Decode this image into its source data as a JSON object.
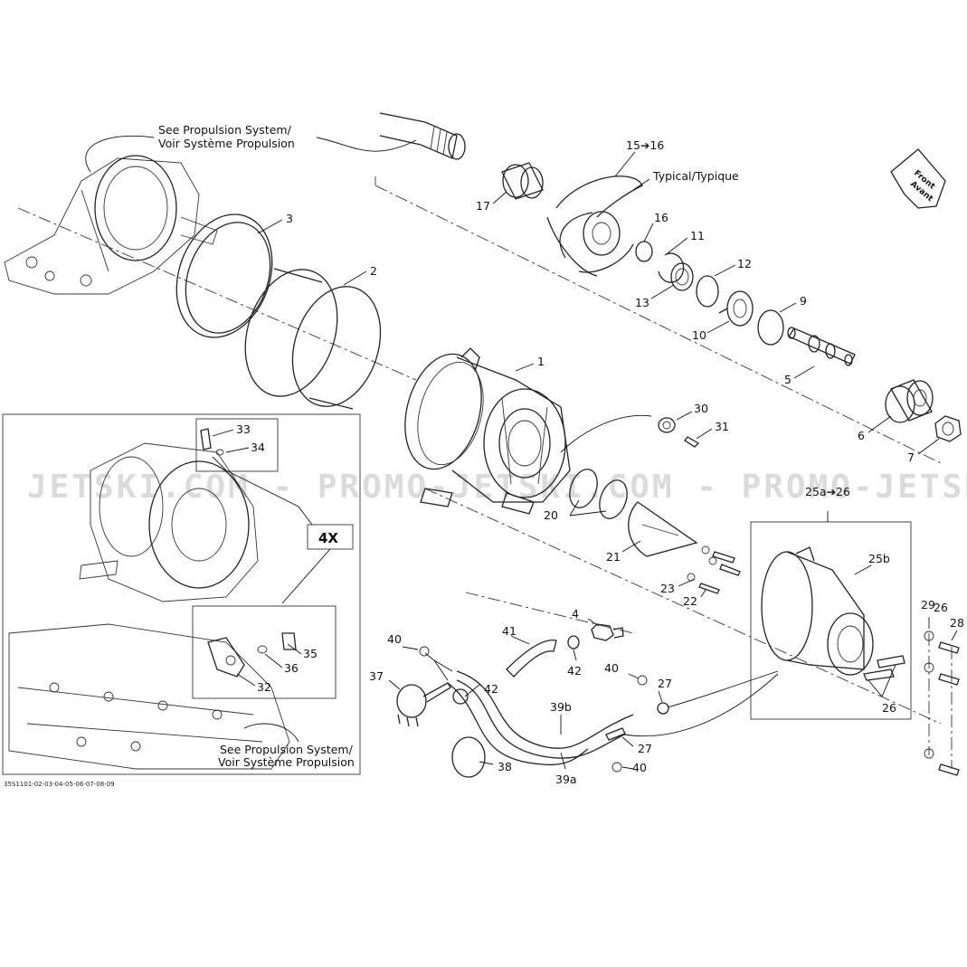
{
  "watermark": "JETSKI.COM - PROMO-JETSKI.COM - PROMO-JETSKI.COM",
  "notes": {
    "see_propulsion_top": [
      "See Propulsion System/",
      "Voir Système Propulsion"
    ],
    "see_propulsion_bottom": [
      "See Propulsion System/",
      "Voir Système Propulsion"
    ],
    "typical": "Typical/Typique",
    "range_15_16": "15➔16",
    "range_25a_26": "25a➔26",
    "multiplier": "4X",
    "front": [
      "Front",
      "Avant"
    ],
    "figure_code": "35S1101-02-03-04-05-06-07-08-09"
  },
  "callouts": [
    "1",
    "2",
    "3",
    "4",
    "5",
    "6",
    "7",
    "9",
    "10",
    "11",
    "12",
    "13",
    "16",
    "17",
    "20",
    "21",
    "22",
    "23",
    "25b",
    "26",
    "26",
    "27",
    "27",
    "28",
    "29",
    "30",
    "31",
    "32",
    "33",
    "34",
    "35",
    "36",
    "37",
    "38",
    "39a",
    "39b",
    "40",
    "40",
    "40",
    "41",
    "42",
    "42"
  ]
}
